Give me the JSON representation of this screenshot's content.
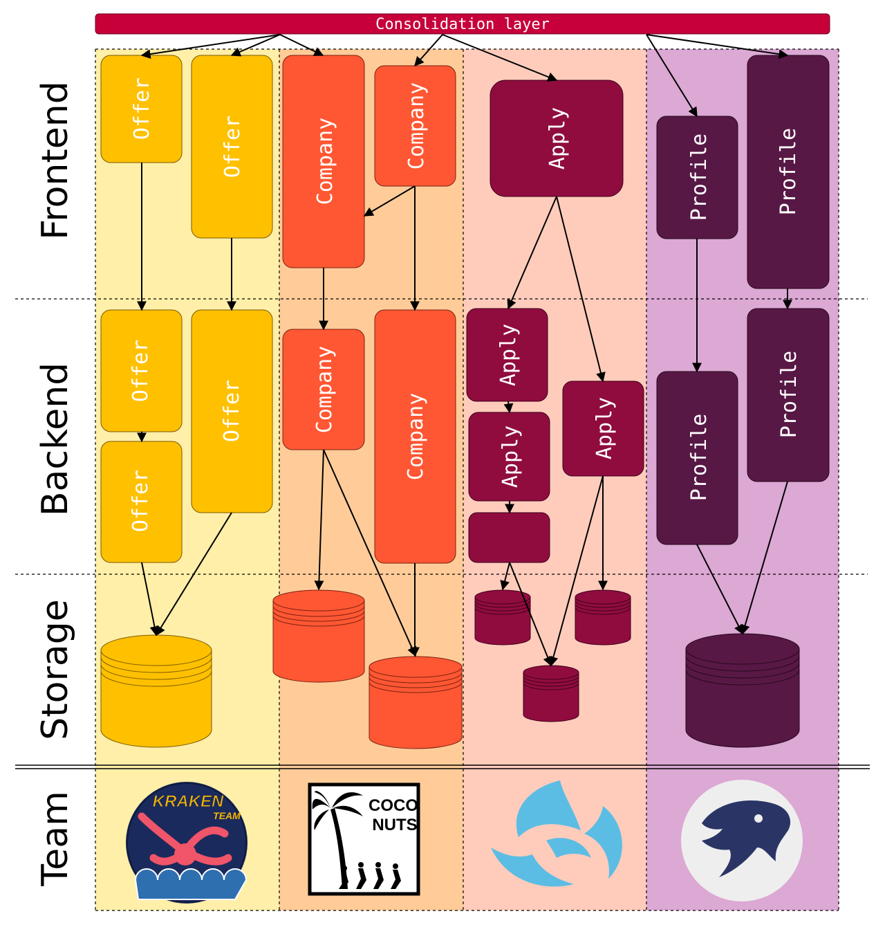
{
  "header": {
    "consolidation_label": "Consolidation layer"
  },
  "rows": {
    "frontend": "Frontend",
    "backend": "Backend",
    "storage": "Storage",
    "team": "Team"
  },
  "boxes": {
    "offer": "Offer",
    "company": "Company",
    "apply": "Apply",
    "profile": "Profile"
  },
  "teams": {
    "kraken_title": "KRAKEN",
    "kraken_sub": "TEAM",
    "coconuts_line1": "COCO",
    "coconuts_line2": "NUTS"
  },
  "colors": {
    "offer": "#FFC000",
    "company": "#FF5733",
    "apply": "#900C3F",
    "profile": "#581845",
    "consolidation": "#C70039",
    "lane_offer": "#FFEFA8",
    "lane_company": "#FFCC99",
    "lane_apply": "#FFCCBC",
    "lane_profile": "#DCA8D4"
  }
}
